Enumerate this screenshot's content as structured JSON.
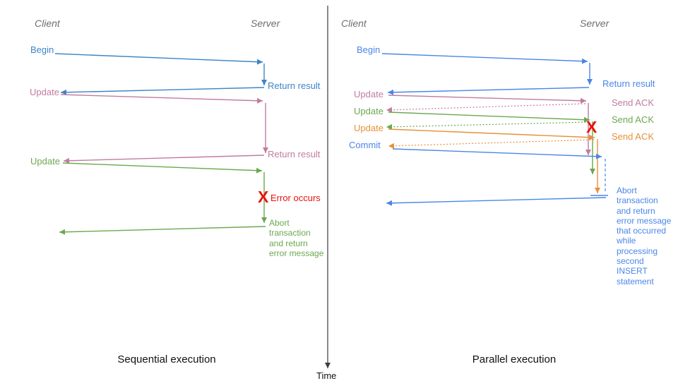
{
  "colors": {
    "left_blue": "#3d85c6",
    "right_blue": "#4a86e8",
    "pink": "#c27ba0",
    "green": "#6aa84f",
    "orange": "#e69138",
    "error_red": "#e8130c",
    "time_axis": "#3d3d3d",
    "lifeline_header_gray": "#6e6e6e"
  },
  "left_panel": {
    "client_label": "Client",
    "server_label": "Server",
    "begin_label": "Begin",
    "return_result_1": "Return result",
    "update_1": "Update",
    "return_result_2": "Return result",
    "update_2": "Update",
    "error_mark": "X",
    "error_label": "Error occurs",
    "abort_text": "Abort\ntransaction\nand return\nerror message",
    "caption": "Sequential execution"
  },
  "right_panel": {
    "client_label": "Client",
    "server_label": "Server",
    "begin_label": "Begin",
    "return_result": "Return result",
    "update_1": "Update",
    "send_ack_1": "Send ACK",
    "update_2": "Update",
    "send_ack_2": "Send ACK",
    "update_3": "Update",
    "send_ack_3": "Send ACK",
    "commit_label": "Commit",
    "error_mark": "X",
    "abort_text": "Abort\ntransaction\nand return\nerror message\nthat occurred\nwhile\nprocessing\nsecond\nINSERT\nstatement",
    "caption": "Parallel execution"
  },
  "time_axis": {
    "label": "Time"
  }
}
